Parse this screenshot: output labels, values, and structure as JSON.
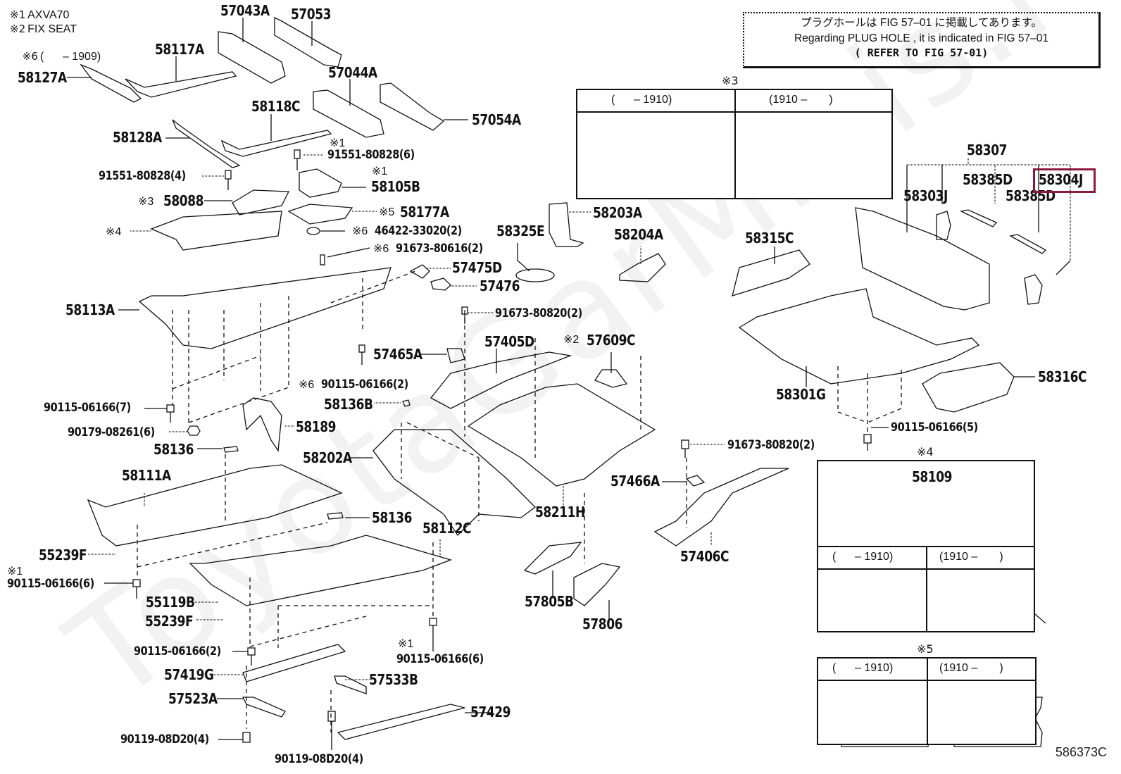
{
  "watermark": "ToyotaGarMinis.ru",
  "legend": [
    {
      "mark": "※1",
      "text": "AXVA70"
    },
    {
      "mark": "※2",
      "text": "FIX SEAT"
    },
    {
      "mark": "※6",
      "text": "(      – 1909)"
    }
  ],
  "plug_hole_note": {
    "japanese": "プラグホールは FIG 57–01 に掲載してあります。",
    "english": "Regarding  PLUG  HOLE , it is indicated in FIG  57–01",
    "refer": "( REFER  TO  FIG  57-01)"
  },
  "highlighted_part": "58304J",
  "highlight_color": "#8b1a3a",
  "figure_code": "586373C",
  "parts": {
    "p57043A": "57043A",
    "p57053": "57053",
    "p58117A": "58117A",
    "p58127A": "58127A",
    "p57044A": "57044A",
    "p58118C": "58118C",
    "p57054A": "57054A",
    "p58128A": "58128A",
    "b91551_6": "91551-80828(6)",
    "b91551_4": "91551-80828(4)",
    "p58105B": "58105B",
    "p58088": "58088",
    "p58177A": "58177A",
    "sub4": "※4",
    "p46422": "46422-33020(2)",
    "b91673_80616": "91673-80616(2)",
    "p58325E": "58325E",
    "p58203A": "58203A",
    "p58204A": "58204A",
    "p57475D": "57475D",
    "p57476": "57476",
    "p58113A": "58113A",
    "b91673_80820a": "91673-80820(2)",
    "p57465A": "57465A",
    "p57405D": "57405D",
    "p57609C": "57609C",
    "b90115_2a": "90115-06166(2)",
    "b90115_7": "90115-06166(7)",
    "p58136B": "58136B",
    "p58189": "58189",
    "n90179": "90179-08261(6)",
    "p58136a": "58136",
    "p58202A": "58202A",
    "p58111A": "58111A",
    "p58136b": "58136",
    "p58112C": "58112C",
    "p55239Fa": "55239F",
    "b90115_6a": "90115-06166(6)",
    "p55119B": "55119B",
    "p55239Fb": "55239F",
    "b90115_2b": "90115-06166(2)",
    "b90115_6b": "90115-06166(6)",
    "p57419G": "57419G",
    "p57533B": "57533B",
    "p57523A": "57523A",
    "p57429": "57429",
    "b90119a": "90119-08D20(4)",
    "b90119b": "90119-08D20(4)",
    "p58211H": "58211H",
    "b91673_80820b": "91673-80820(2)",
    "p57466A": "57466A",
    "p57406C": "57406C",
    "p57805B": "57805B",
    "p57806": "57806",
    "p58307": "58307",
    "p58385Da": "58385D",
    "p58303J": "58303J",
    "p58385Db": "58385D",
    "p58304J": "58304J",
    "p58315C": "58315C",
    "p58301G": "58301G",
    "p58316C": "58316C",
    "b90115_5": "90115-06166(5)"
  },
  "marks": {
    "m1a": "※1",
    "m1b": "※1",
    "m1c": "※1",
    "m1d": "※1",
    "m2": "※2",
    "m3": "※3",
    "m5": "※5",
    "m6a": "※6",
    "m6b": "※6",
    "m6c": "※6"
  },
  "inset_panels": [
    {
      "id": "※3",
      "columns": [
        "(      – 1910)",
        "(1910 –       )"
      ],
      "part": ""
    },
    {
      "id": "※4",
      "columns": [
        "(      – 1910)",
        "(1910 –       )"
      ],
      "part": "58109"
    },
    {
      "id": "※5",
      "columns": [
        "(      – 1910)",
        "(1910 –       )"
      ],
      "part": ""
    }
  ]
}
